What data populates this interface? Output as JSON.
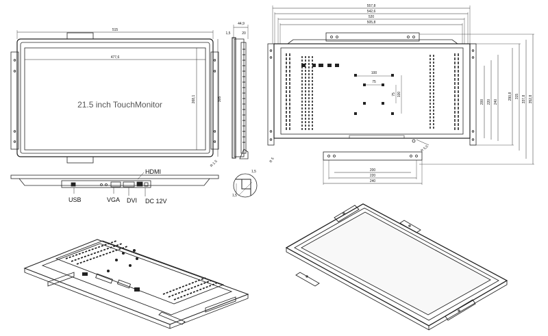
{
  "front": {
    "width_dim": "515",
    "inner_width_dim": "477,6",
    "screen_text": "21.5 inch TouchMonitor",
    "inner_height_dim": "268,1",
    "height_dim": "305",
    "corner_dim": "R 1.5"
  },
  "side": {
    "depth_dim": "44,9",
    "inner_depth_dim": "20",
    "bezel_dim": "1,5"
  },
  "detail": {
    "dim_a": "1,5",
    "dim_b": "1,5"
  },
  "ports": {
    "hdmi": "HDMI",
    "usb": "USB",
    "vga": "VGA",
    "dvi": "DVI",
    "dc": "DC 12V"
  },
  "back": {
    "top_dims": [
      "557,8",
      "542,6",
      "520",
      "505,8"
    ],
    "vesa_h1": "100",
    "vesa_h2": "75",
    "vesa_v1": "75",
    "vesa_v2": "100",
    "right_dims": [
      "200",
      "220",
      "240",
      "290,8",
      "315",
      "337,8",
      "352,8"
    ],
    "bottom_dims": [
      "200",
      "220",
      "240"
    ],
    "bracket_dim": "R 5,5",
    "left_dim": "R 5"
  }
}
